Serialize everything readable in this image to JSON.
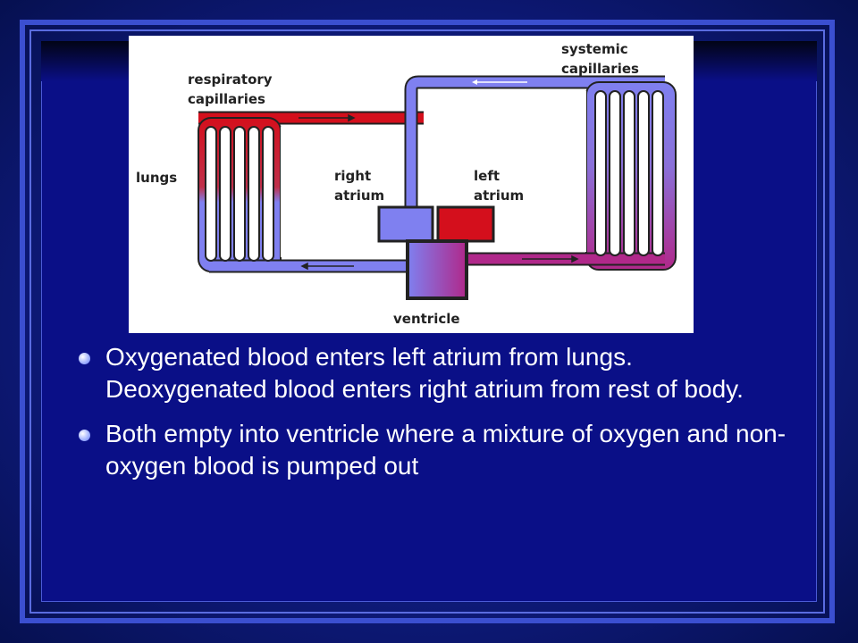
{
  "diagram": {
    "labels": {
      "respiratory_line1": "respiratory",
      "respiratory_line2": "capillaries",
      "systemic_line1": "systemic",
      "systemic_line2": "capillaries",
      "lungs": "lungs",
      "right_atrium_line1": "right",
      "right_atrium_line2": "atrium",
      "left_atrium_line1": "left",
      "left_atrium_line2": "atrium",
      "ventricle": "ventricle"
    },
    "colors": {
      "oxygenated": "#d40f1c",
      "deoxygenated": "#7f80f0",
      "mixed": "#b0288a"
    }
  },
  "bullets": [
    {
      "text": "Oxygenated blood enters left atrium from lungs. Deoxygenated blood enters right atrium from rest of body."
    },
    {
      "text": "Both empty into ventricle where a mixture of oxygen and non-oxygen blood is pumped out"
    }
  ]
}
